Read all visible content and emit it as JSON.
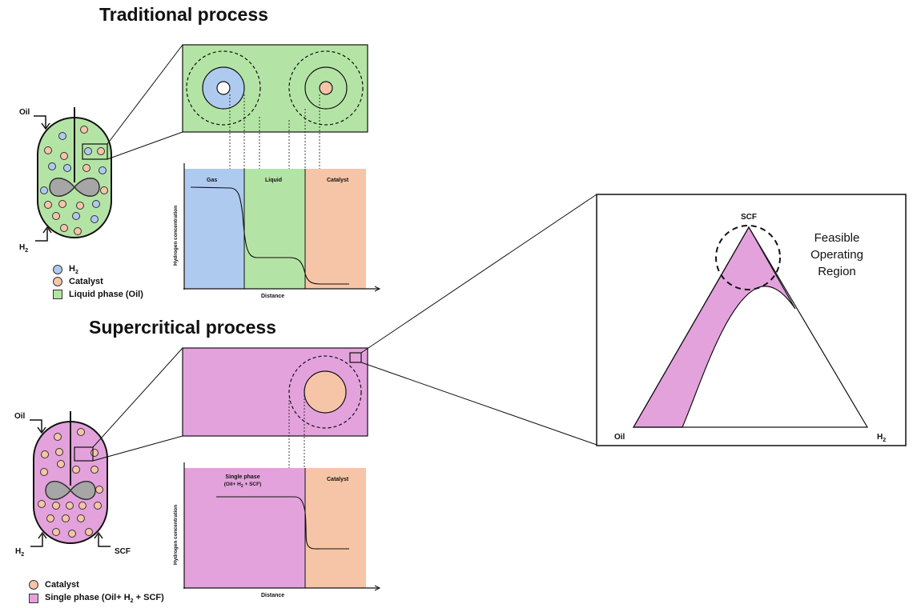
{
  "traditional": {
    "title": "Traditional process",
    "inputs": {
      "oil": "Oil",
      "h2": "H2"
    },
    "chart": {
      "ylabel": "Hydrogen concentration",
      "xlabel": "Distance",
      "regions": [
        "Gas",
        "Liquid",
        "Catalyst"
      ]
    },
    "legend": [
      {
        "label": "H2",
        "color": "#aecbef",
        "shape": "circle"
      },
      {
        "label": "Catalyst",
        "color": "#f6c5a7",
        "shape": "circle"
      },
      {
        "label": "Liquid phase (Oil)",
        "color": "#b4e4a5",
        "shape": "square"
      }
    ]
  },
  "supercritical": {
    "title": "Supercritical process",
    "inputs": {
      "oil": "Oil",
      "h2": "H2",
      "scf": "SCF"
    },
    "chart": {
      "ylabel": "Hydrogen concentration",
      "xlabel": "Distance",
      "regions": [
        "Single phase",
        "(Oil+ H2 + SCF)",
        "Catalyst"
      ]
    },
    "legend": [
      {
        "label": "Catalyst",
        "color": "#f6c5a7",
        "shape": "circle"
      },
      {
        "label": "Single phase (Oil+ H2 + SCF)",
        "color": "#e3a2dc",
        "shape": "square"
      }
    ]
  },
  "ternary": {
    "apex": "SCF",
    "left": "Oil",
    "right": "H2",
    "region_label": [
      "Feasible",
      "Operating",
      "Region"
    ]
  },
  "colors": {
    "liquid": "#b4e4a5",
    "gas": "#aecbef",
    "catalyst": "#f6c5a7",
    "single_phase": "#e3a2dc",
    "impeller": "#a6a6a6"
  }
}
